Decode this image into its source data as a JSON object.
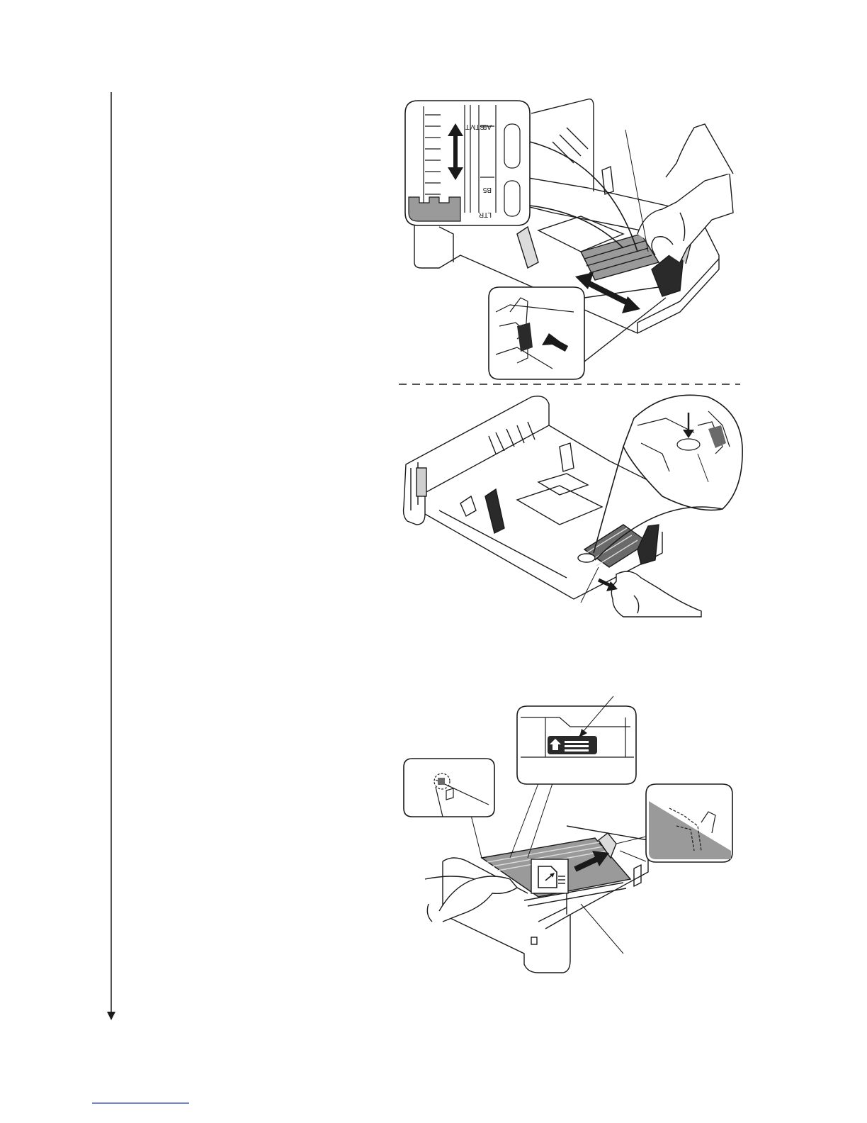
{
  "figures": [
    {
      "name": "cassette-length-guide",
      "inset_scale_labels": [
        "STMT",
        "A5",
        "B5",
        "LTR"
      ]
    },
    {
      "name": "cassette-size-dial"
    },
    {
      "name": "cassette-loading-paper"
    }
  ],
  "colors": {
    "line": "#1a1a1a",
    "shade": "#9a9a9a",
    "dark_shade": "#2a2a2a",
    "link": "#1f3fbf"
  },
  "icons": [
    "double-arrow-icon",
    "push-arrow-icon",
    "pull-arrow-icon",
    "slide-arrow-icon",
    "paper-stack-icon",
    "load-limit-icon"
  ]
}
